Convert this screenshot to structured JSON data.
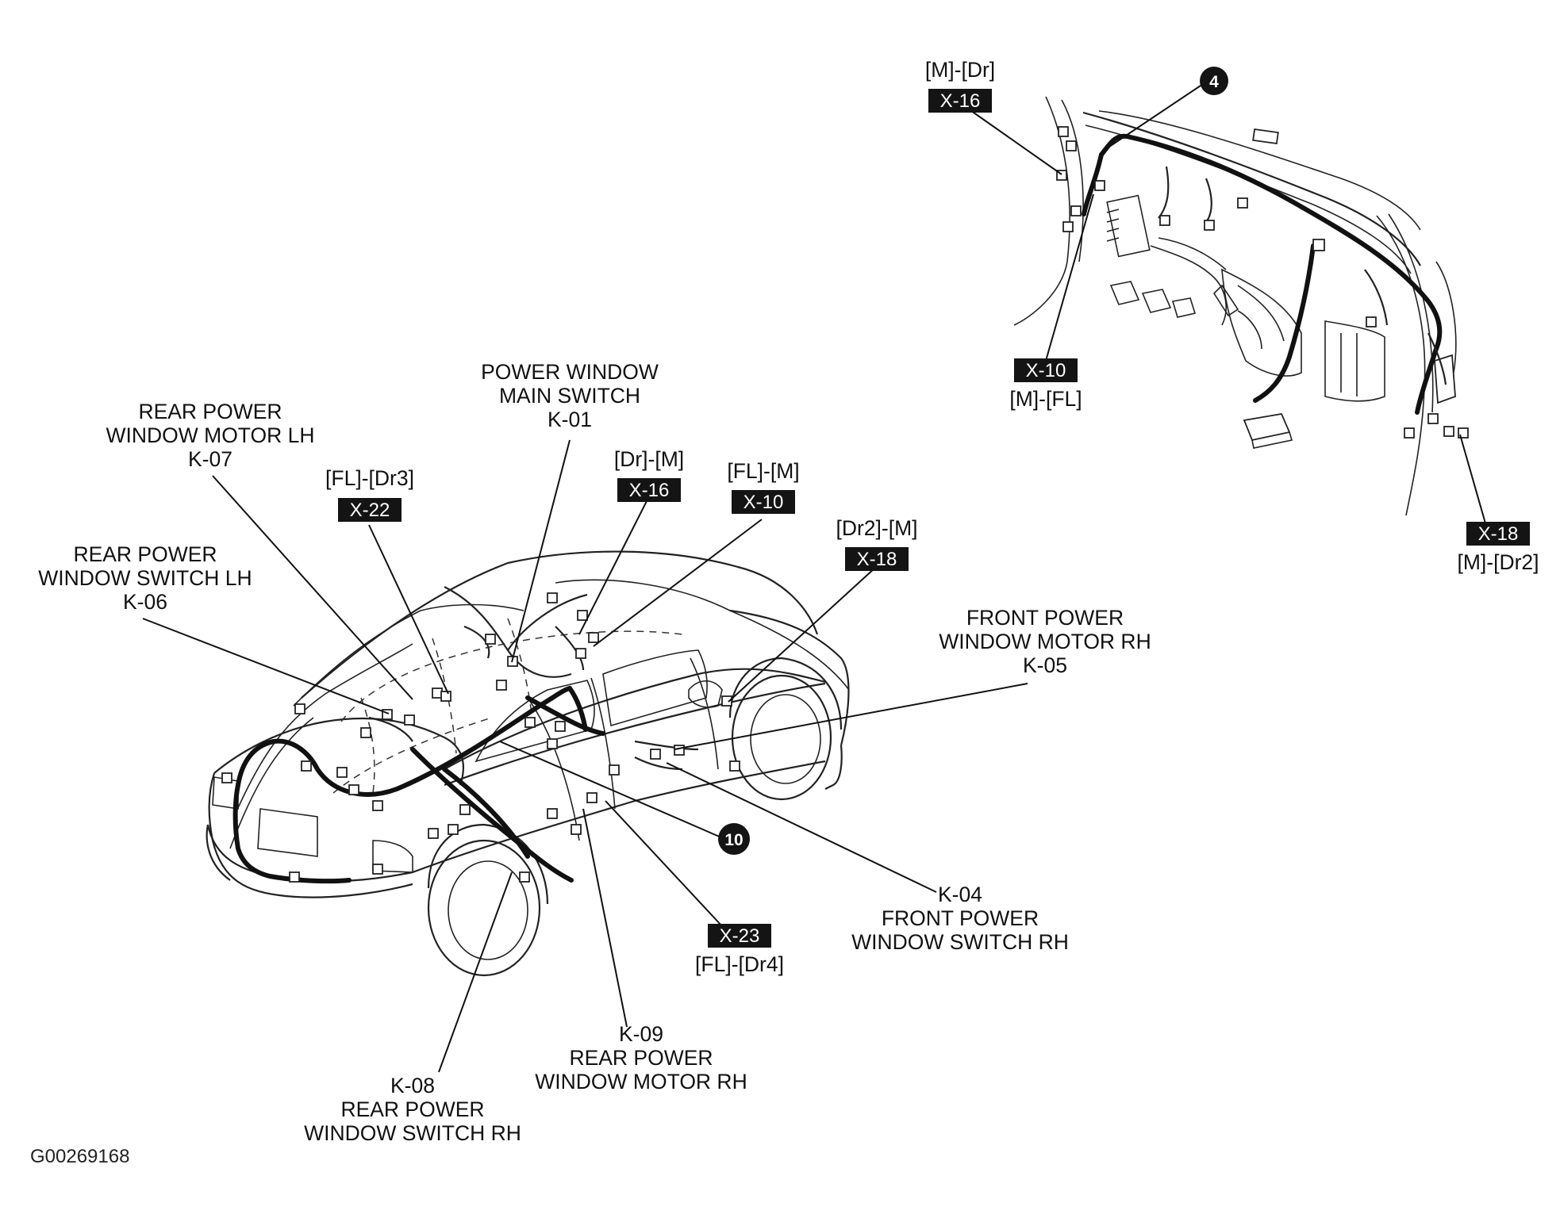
{
  "figure_id": "G00269168",
  "callouts": [
    {
      "name": "callout-power-window-main-switch",
      "lines": [
        "POWER WINDOW",
        "MAIN SWITCH",
        "K-01"
      ]
    },
    {
      "name": "callout-rear-power-window-motor-lh",
      "lines": [
        "REAR POWER",
        "WINDOW MOTOR LH",
        "K-07"
      ]
    },
    {
      "name": "callout-rear-power-window-switch-lh",
      "lines": [
        "REAR POWER",
        "WINDOW SWITCH LH",
        "K-06"
      ]
    },
    {
      "name": "callout-front-power-window-motor-rh",
      "lines": [
        "FRONT POWER",
        "WINDOW MOTOR RH",
        "K-05"
      ]
    },
    {
      "name": "callout-front-power-window-switch-rh",
      "lines": [
        "K-04",
        "FRONT POWER",
        "WINDOW SWITCH RH"
      ]
    },
    {
      "name": "callout-rear-power-window-motor-rh",
      "lines": [
        "K-09",
        "REAR POWER",
        "WINDOW MOTOR RH"
      ]
    },
    {
      "name": "callout-rear-power-window-switch-rh",
      "lines": [
        "K-08",
        "REAR POWER",
        "WINDOW SWITCH RH"
      ]
    }
  ],
  "connectors": [
    {
      "name": "connector-x16-dash",
      "code": "X-16",
      "route": "[M]-[Dr]"
    },
    {
      "name": "connector-x10-dash",
      "code": "X-10",
      "route": "[M]-[FL]"
    },
    {
      "name": "connector-x18-dash",
      "code": "X-18",
      "route": "[M]-[Dr2]"
    },
    {
      "name": "connector-x22",
      "code": "X-22",
      "route": "[FL]-[Dr3]"
    },
    {
      "name": "connector-x16-body",
      "code": "X-16",
      "route": "[Dr]-[M]"
    },
    {
      "name": "connector-x10-body",
      "code": "X-10",
      "route": "[FL]-[M]"
    },
    {
      "name": "connector-x18-body",
      "code": "X-18",
      "route": "[Dr2]-[M]"
    },
    {
      "name": "connector-x23",
      "code": "X-23",
      "route": "[FL]-[Dr4]"
    }
  ],
  "markers": [
    {
      "name": "harness-marker-4",
      "number": "4"
    },
    {
      "name": "harness-marker-10",
      "number": "10"
    }
  ]
}
